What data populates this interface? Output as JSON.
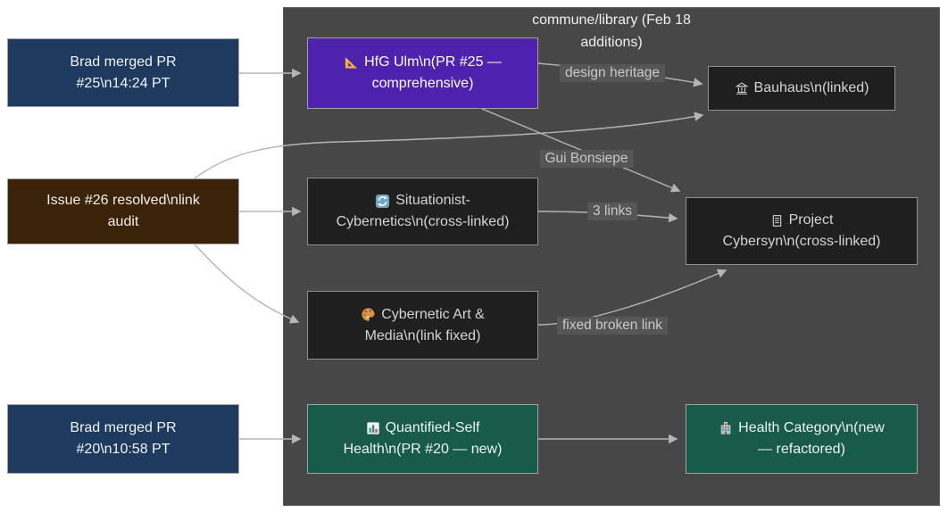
{
  "cluster": {
    "title": "commune/library (Feb 18 additions)",
    "title_lines": [
      "commune/library (Feb 18",
      "additions)"
    ],
    "bg": "#474747"
  },
  "colors": {
    "page_bg": "#ffffff",
    "cluster_bg": "#474747",
    "navy_node": "#1e3a5e",
    "brown_node": "#3a2309",
    "purple_node": "#4e22ad",
    "dark_node": "#1f1f1f",
    "green_node": "#175b4b",
    "edge_stroke": "#b5b5b5",
    "edge_label_bg": "#565656",
    "edge_label_text": "#c9c9c9"
  },
  "nodes": [
    {
      "id": "brad-merged-pr-25",
      "icon": null,
      "label": "Brad merged PR #25\\n14:24 PT",
      "lines": [
        "Brad merged PR",
        "#25\\n14:24 PT"
      ]
    },
    {
      "id": "hfg-ulm",
      "icon": "triangular-ruler",
      "label": "HfG Ulm\\n(PR #25 — comprehensive)",
      "lines": [
        "HfG Ulm\\n(PR #25 —",
        "comprehensive)"
      ]
    },
    {
      "id": "bauhaus",
      "icon": "classical-building",
      "label": "Bauhaus\\n(linked)",
      "lines": [
        "Bauhaus\\n(linked)",
        ""
      ]
    },
    {
      "id": "issue-26",
      "icon": null,
      "label": "Issue #26 resolved\\nlink audit",
      "lines": [
        "Issue #26 resolved\\nlink",
        "audit"
      ]
    },
    {
      "id": "situationist-cybernetics",
      "icon": "arrows-cycle",
      "label": "Situationist-Cybernetics\\n(cross-linked)",
      "lines": [
        "Situationist-",
        "Cybernetics\\n(cross-linked)"
      ]
    },
    {
      "id": "project-cybersyn",
      "icon": "document",
      "label": "Project Cybersyn\\n(cross-linked)",
      "lines": [
        "Project",
        "Cybersyn\\n(cross-linked)"
      ]
    },
    {
      "id": "cybernetic-art-media",
      "icon": "palette",
      "label": "Cybernetic Art & Media\\n(link fixed)",
      "lines": [
        "Cybernetic Art &",
        "Media\\n(link fixed)"
      ]
    },
    {
      "id": "brad-merged-pr-20",
      "icon": null,
      "label": "Brad merged PR #20\\n10:58 PT",
      "lines": [
        "Brad merged PR",
        "#20\\n10:58 PT"
      ]
    },
    {
      "id": "quantified-self-health",
      "icon": "bar-chart",
      "label": "Quantified-Self Health\\n(PR #20 — new)",
      "lines": [
        "Quantified-Self",
        "Health\\n(PR #20 — new)"
      ]
    },
    {
      "id": "health-category",
      "icon": "hospital",
      "label": "Health Category\\n(new — refactored)",
      "lines": [
        "Health Category\\n(new",
        "— refactored)"
      ]
    }
  ],
  "edge_labels": [
    {
      "id": "design-heritage",
      "text": "design heritage"
    },
    {
      "id": "gui-bonsiepe",
      "text": "Gui Bonsiepe"
    },
    {
      "id": "three-links",
      "text": "3 links"
    },
    {
      "id": "fixed-broken-link",
      "text": "fixed broken link"
    }
  ],
  "edges": [
    {
      "from": "brad-merged-pr-25",
      "to": "hfg-ulm",
      "label": ""
    },
    {
      "from": "hfg-ulm",
      "to": "bauhaus",
      "label": "design heritage"
    },
    {
      "from": "hfg-ulm",
      "to": "project-cybersyn",
      "label": "Gui Bonsiepe"
    },
    {
      "from": "issue-26",
      "to": "bauhaus",
      "label": ""
    },
    {
      "from": "issue-26",
      "to": "situationist-cybernetics",
      "label": ""
    },
    {
      "from": "issue-26",
      "to": "cybernetic-art-media",
      "label": ""
    },
    {
      "from": "situationist-cybernetics",
      "to": "project-cybersyn",
      "label": "3 links"
    },
    {
      "from": "cybernetic-art-media",
      "to": "project-cybersyn",
      "label": "fixed broken link"
    },
    {
      "from": "brad-merged-pr-20",
      "to": "quantified-self-health",
      "label": ""
    },
    {
      "from": "quantified-self-health",
      "to": "health-category",
      "label": ""
    }
  ]
}
